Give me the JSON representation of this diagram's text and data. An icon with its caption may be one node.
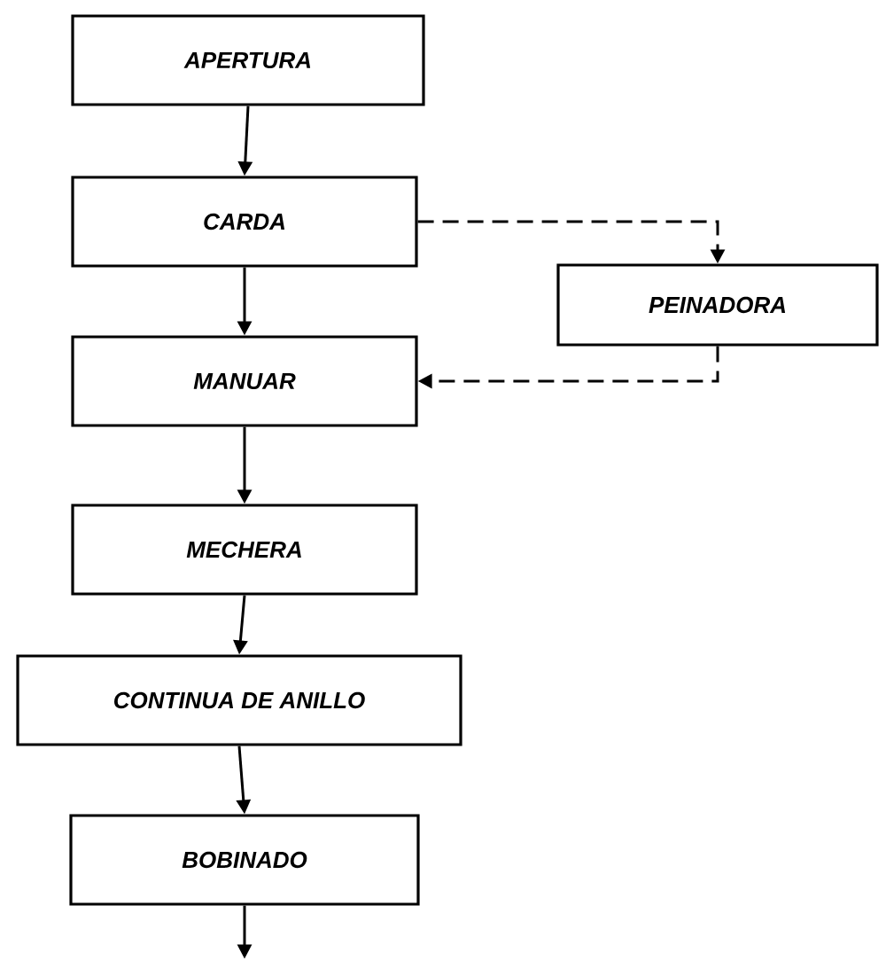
{
  "diagram": {
    "nodes": [
      {
        "text": [
          "APERTURA"
        ]
      },
      {
        "text": [
          "CARDA"
        ]
      },
      {
        "text": [
          "MANUAR"
        ]
      },
      {
        "text": [
          "MECHERA"
        ]
      },
      {
        "text": [
          "CONTINUA DE ANILLO"
        ]
      },
      {
        "text": [
          "BOBINADO"
        ]
      },
      {
        "text": [
          "PEINADORA"
        ]
      }
    ],
    "edges": [
      {
        "from": 0,
        "to": 1,
        "arrow": "to"
      },
      {
        "from": 1,
        "to": 2,
        "arrow": "to"
      },
      {
        "from": 2,
        "to": 3,
        "arrow": "to"
      },
      {
        "from": 3,
        "to": 4,
        "arrow": "to"
      },
      {
        "from": 4,
        "to": 5,
        "arrow": "to"
      },
      {
        "from": 5,
        "to": null,
        "arrow": "to"
      },
      {
        "from": 1,
        "to": 6,
        "arrow": "to",
        "style": "dashed"
      },
      {
        "from": 6,
        "to": 2,
        "arrow": "to",
        "style": "dashed"
      }
    ]
  }
}
